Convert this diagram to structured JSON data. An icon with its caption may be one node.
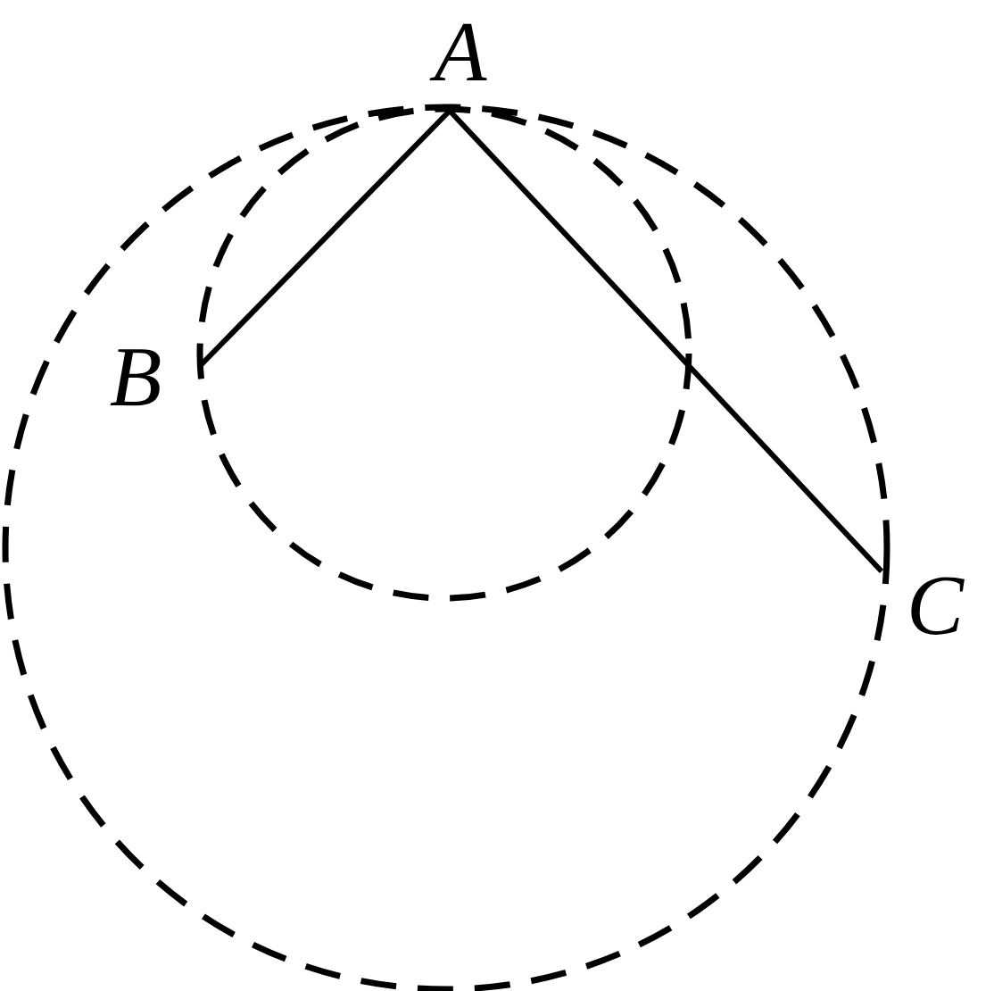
{
  "diagram": {
    "nodes": [
      {
        "text": [
          "A"
        ]
      },
      {
        "text": [
          "B"
        ]
      },
      {
        "text": [
          "C"
        ]
      }
    ],
    "edges": [
      {
        "from": 0,
        "to": 1,
        "arrow": "none"
      },
      {
        "from": 0,
        "to": 2,
        "arrow": "none"
      }
    ]
  }
}
